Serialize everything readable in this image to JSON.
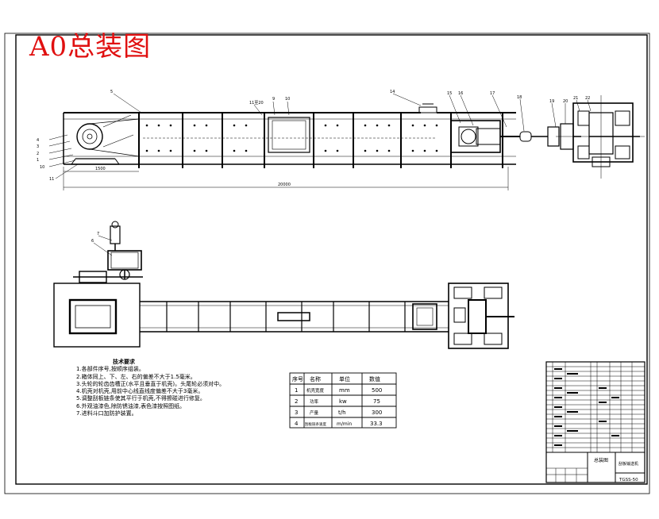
{
  "title": "A0总装图",
  "top_view_labels": {
    "left_callouts": [
      "4",
      "3",
      "2",
      "1",
      "10",
      "11"
    ],
    "top_callouts": [
      "5",
      "11至20",
      "9",
      "10",
      "14",
      "15",
      "16",
      "17",
      "18",
      "19",
      "20",
      "21",
      "22"
    ],
    "dim_short": "1500",
    "dim_long": "20000"
  },
  "side_view_callouts": [
    "7",
    "6"
  ],
  "tech_requirements": {
    "heading": "技术要求",
    "items": [
      "1.各部件序号,按顺序组装。",
      "2.箱体同上、下、左、右的偏差不大于1.5毫米。",
      "3.头轮的轮齿齿槽正(水平且垂直于机壳)。头尾轮必须对中。",
      "4.机壳对机壳,用前中心线直线度偏差不大于3毫米。",
      "5.调整刮板链条使其平行于机壳,不得擦碰进行修复。",
      "6.外观油漆色,除防锈油漆,表色漆按照图纸。",
      "7.进料斗口加防护装置。"
    ]
  },
  "spec_table": {
    "headers": [
      "序号",
      "名称",
      "单位",
      "数值"
    ],
    "rows": [
      [
        "1",
        "机壳宽度",
        "mm",
        "500"
      ],
      [
        "2",
        "功率",
        "kw",
        "75"
      ],
      [
        "3",
        "产量",
        "t/h",
        "300"
      ],
      [
        "4",
        "刮板链条速度",
        "m/min",
        "33.3"
      ]
    ]
  },
  "title_block": {
    "drawing_name": "总装图",
    "part_name": "刮板输送机",
    "drawing_no": "TGSS-50"
  },
  "colors": {
    "title": "#e01010",
    "lines": "#000000"
  }
}
